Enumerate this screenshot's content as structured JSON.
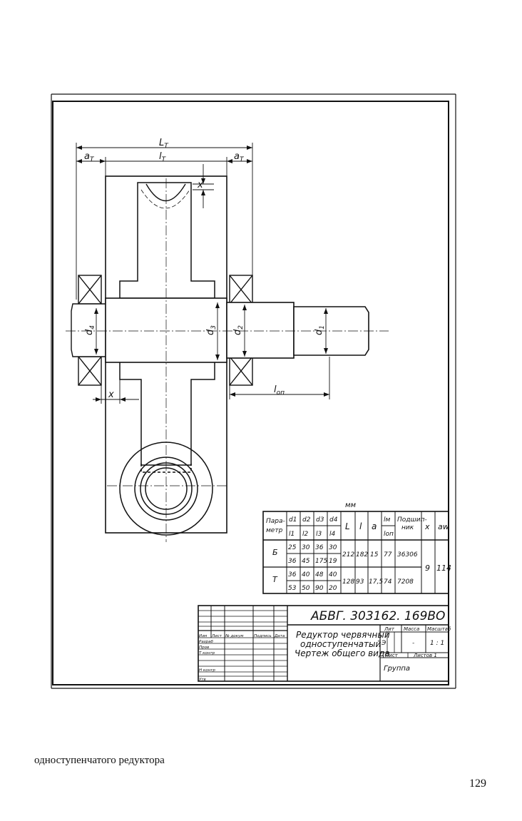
{
  "drawing": {
    "dims": {
      "L_T": "L",
      "L_T_sub": "T",
      "l_T": "l",
      "l_T_sub": "T",
      "a_T": "a",
      "a_T_sub": "T",
      "x": "x",
      "d1": "d",
      "d1_sub": "1",
      "d2": "d",
      "d2_sub": "2",
      "d3": "d",
      "d3_sub": "3",
      "d4": "d",
      "d4_sub": "4",
      "l_on": "l",
      "l_on_sub": "оп"
    }
  },
  "table": {
    "unit": "мм",
    "header_param_1": "Пара-",
    "header_param_2": "метр",
    "header_d": [
      "d1",
      "d2",
      "d3",
      "d4"
    ],
    "header_l": [
      "l1",
      "l2",
      "l3",
      "l4"
    ],
    "header_L": "L",
    "header_lsmall": "l",
    "header_a": "a",
    "header_lm": "lм",
    "header_lon": "lоп",
    "header_bearing_1": "Подшип-",
    "header_bearing_2": "ник",
    "header_x": "x",
    "header_aw": "aw",
    "rows": [
      {
        "param": "Б",
        "d": [
          "25",
          "30",
          "36",
          "30"
        ],
        "l": [
          "36",
          "45",
          "175",
          "19"
        ],
        "L": "212",
        "l_small": "182",
        "a": "15",
        "lm": "77",
        "bearing": "36306"
      },
      {
        "param": "Т",
        "d": [
          "36",
          "40",
          "48",
          "40"
        ],
        "l": [
          "53",
          "50",
          "90",
          "20"
        ],
        "L": "128",
        "l_small": "93",
        "a": "17,5",
        "lm": "74",
        "bearing": "7208"
      }
    ],
    "x_value": "9",
    "aw_value": "114"
  },
  "title_block": {
    "doc_code": "АБВГ. 303162. 169ВО",
    "title_line1": "Редуктор червячный",
    "title_line2": "одноступенчатый",
    "title_line3": "Чертеж общего вида",
    "row_labels": [
      "Изм",
      "Лист",
      "№ докум",
      "Подпись",
      "Дата"
    ],
    "roles": [
      "Разраб",
      "Пров",
      "Т контр",
      "",
      "Н контр",
      "Утв"
    ],
    "lit_label": "Лит",
    "mass_label": "Масса",
    "scale_label": "Масштаб",
    "lit_value": "Э",
    "mass_value": "-",
    "scale_value": "1 : 1",
    "sheet_label": "Лист",
    "sheets_label": "Листов 1",
    "group": "Группа"
  },
  "caption": "одноступенчатого редуктора",
  "page_number": "129"
}
